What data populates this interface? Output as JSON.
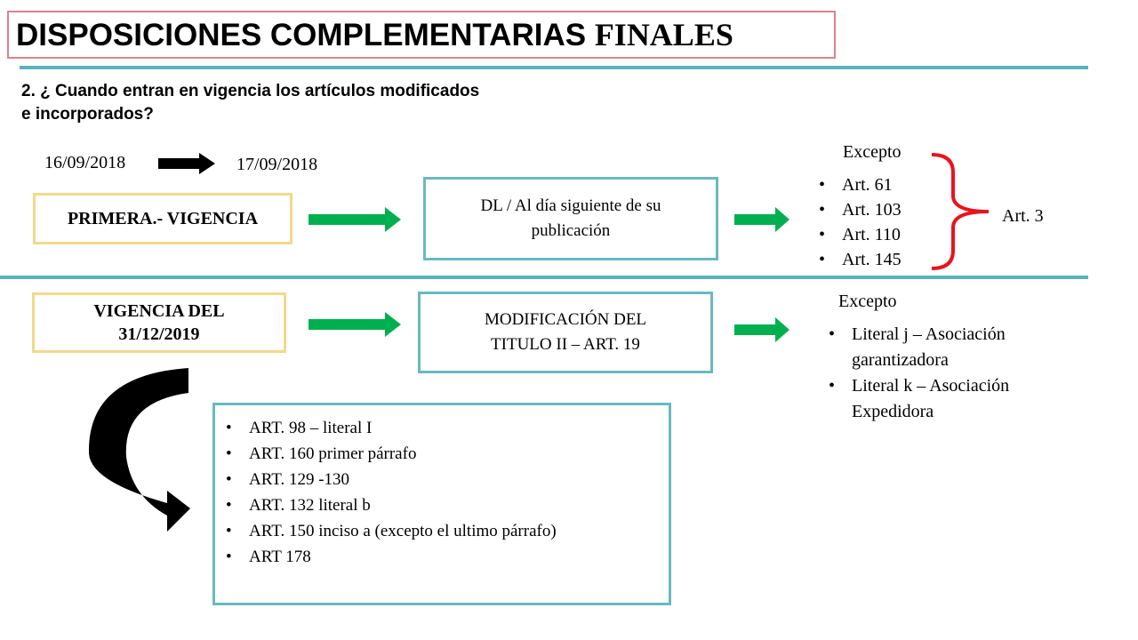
{
  "title": {
    "part1": "DISPOSICIONES COMPLEMENTARIAS",
    "part2": "FINALES"
  },
  "question": {
    "line1": "2.  ¿ Cuando entran en vigencia los artículos modificados",
    "line2": "e incorporados?"
  },
  "dates": {
    "from": "16/09/2018",
    "to": "17/09/2018"
  },
  "row1": {
    "label": "PRIMERA.- VIGENCIA",
    "middle": {
      "line1": "DL / Al día siguiente de su",
      "line2": "publicación"
    },
    "except_label": "Excepto",
    "items": [
      "Art. 61",
      "Art. 103",
      "Art. 110",
      "Art. 145"
    ],
    "brace_label": "Art. 3"
  },
  "row2": {
    "label": {
      "line1": "VIGENCIA DEL",
      "line2": "31/12/2019"
    },
    "middle": {
      "line1": "MODIFICACIÓN DEL",
      "line2": "TITULO II – ART. 19"
    },
    "except_label": "Excepto",
    "items": [
      {
        "line1": "Literal j – Asociación",
        "line2": "garantizadora"
      },
      {
        "line1": "Literal k – Asociación",
        "line2": "Expedidora"
      }
    ]
  },
  "bottom_list": [
    "ART. 98 – literal I",
    "ART. 160 primer párrafo",
    "ART. 129 -130",
    "ART. 132 literal b",
    "ART. 150 inciso a (excepto el ultimo párrafo)",
    "ART 178"
  ],
  "colors": {
    "teal": "#5ab3ba",
    "yellow": "#f3d98a",
    "green": "#00b050",
    "red": "#e8141c",
    "title_border": "#d9848c"
  },
  "icons": {
    "arrows": "right-arrow-icon",
    "brace": "right-brace-icon",
    "curve": "curved-arrow-icon"
  }
}
